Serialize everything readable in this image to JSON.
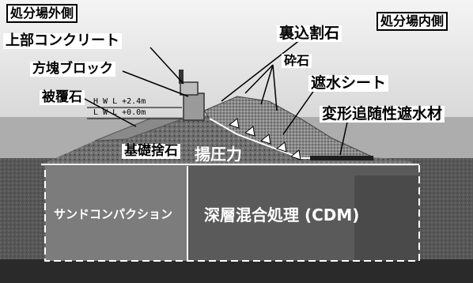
{
  "labels": {
    "outside": "処分場外側",
    "inside": "処分場内側",
    "upper_concrete": "上部コンクリート",
    "block": "方塊ブロック",
    "armor_stone": "被覆石",
    "hwl": "H W L +2.4m",
    "lwl": "L W L +0.0m",
    "backfill_stone": "裏込割石",
    "crushed_stone": "砕石",
    "water_sheet": "遮水シート",
    "deformable_material": "変形追随性遮水材",
    "foundation_stone": "基礎捨石",
    "uplift": "揚圧力",
    "sand_compaction": "サンドコンパクション",
    "cdm": "深層混合処理 (CDM)"
  },
  "colors": {
    "sky": "#e9e9e9",
    "water": "#a9a9a9",
    "seabed": "#555555",
    "ground_dark": "#2a2a2a",
    "rubble": "#6a6a6a"
  }
}
